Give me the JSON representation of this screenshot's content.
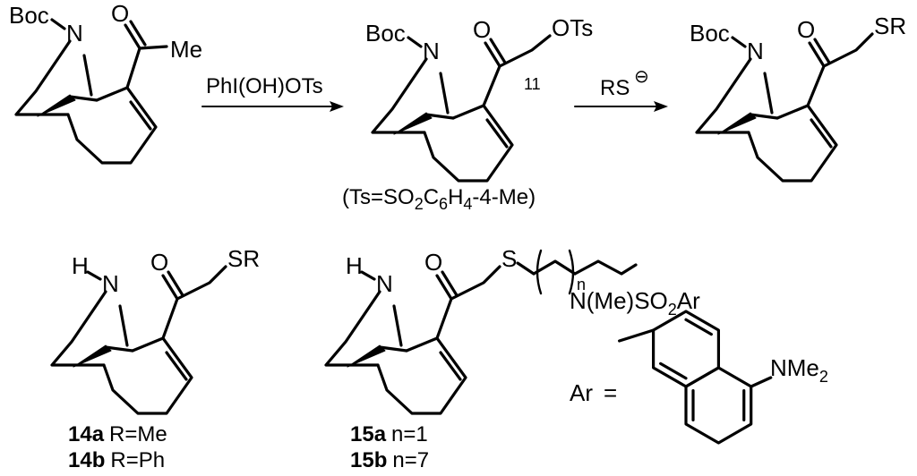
{
  "atoms": {
    "boc": "Boc",
    "n": "N",
    "h": "H",
    "o": "O",
    "me": "Me",
    "ots": "OTs",
    "sr": "SR",
    "s": "S",
    "n_count": "n",
    "ar": "Ar",
    "equals": "=",
    "nme": "NMe",
    "nme_sub": "2",
    "nmeso2ar_1": "N(Me)SO",
    "nmeso2ar_sub": "2",
    "nmeso2ar_2": "Ar"
  },
  "reagents": {
    "step1": "PhI(OH)OTs",
    "step2": "RS",
    "step2_charge": "⊖"
  },
  "compound_number": "11",
  "ts_note": {
    "p1": "(Ts=SO",
    "s1": "2",
    "p2": "C",
    "s2": "6",
    "p3": "H",
    "s3": "4",
    "p4": "-4-Me)"
  },
  "compounds": {
    "c14a_id": "14a",
    "c14a_desc": "R=Me",
    "c14b_id": "14b",
    "c14b_desc": "R=Ph",
    "c15a_id": "15a",
    "c15a_desc": "n=1",
    "c15b_id": "15b",
    "c15b_desc": "n=7"
  }
}
